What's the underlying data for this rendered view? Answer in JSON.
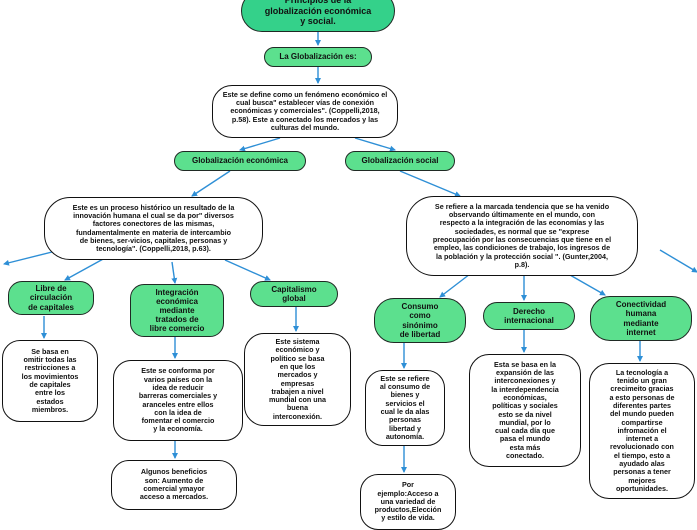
{
  "title": "Principios de la\nglobalización económica\ny social.",
  "subtitle": "La Globalización es:",
  "definition": "Este se define como un fenómeno económico el\ncual busca\" establecer vías de conexión\neconómicas y comerciales\". (Coppelli,2018,\np.58). Este a conectado los mercados y las\nculturas del mundo.",
  "economic": {
    "label": "Globalización económica",
    "description": "Este es un proceso histórico un resultado de la\ninnovación humana el cual se da por\" diversos\nfactores conectores de las mismas,\nfundamentalmente en materia de intercambio\nde bienes, ser-vicios, capitales, personas y\ntecnología\". (Coppelli,2018, p.63).",
    "children": [
      {
        "label": "Libre de\ncirculación\nde capitales",
        "detail": "Se basa en\nomitir todas las\nrestricciones a\nlos movimientos\nde capitales\nentre los\nestados\nmiembros."
      },
      {
        "label": "Integración\neconómica\nmediante\ntratados de\nlibre comercio",
        "detail": "Este se conforma por\nvarios países con la\nidea de reducir\nbarreras comerciales y\naranceles entre ellos\ncon la idea de\nfomentar el comercio\ny la economía.",
        "benefits": "Algunos beneficios\nson: Aumento de\ncomercial ymayor\nacceso a mercados."
      },
      {
        "label": "Capitalismo\nglobal",
        "detail": "Este sistema\neconómico y\npolítico se basa\nen que los\nmercados y\nempresas\ntrabajen a nivel\nmundial con una\nbuena\ninterconexión."
      }
    ]
  },
  "social": {
    "label": "Globalización social",
    "description": "Se refiere a la marcada tendencia que se ha venido\nobservando últimamente en el mundo, con\nrespecto a la integración de las economías y las\nsociedades, es normal que se \"exprese\npreocupación por las consecuencias que tiene en el\nempleo, las condiciones de trabajo, los ingresos de\nla población y la protección social \". (Gunter,2004,\np.8).",
    "children": [
      {
        "label": "Consumo\ncomo\nsinónimo\nde libertad",
        "detail": "Este se refiere\nal consumo de\nbienes y\nservicios el\ncual le da alas\npersonas\nlibertad y\nautonomía.",
        "example": "Por\nejemplo:Acceso a\nuna variedad de\nproductos,Elección\ny estilo de vida."
      },
      {
        "label": "Derecho\ninternacional",
        "detail": "Esta se basa en la\nexpansión de las\ninterconexiones y\nla interdependencia\neconómicas,\npolíticas y sociales\nesto se da nivel\nmundial, por lo\ncual cada día que\npasa el mundo\nesta más\nconectado."
      },
      {
        "label": "Conectividad\nhumana\nmediante\ninternet",
        "detail": "La tecnología a\ntenido un gran\ncrecimeito gracias\na esto personas de\ndiferentes partes\ndel mundo pueden\ncompartirse\ninfromación el\ninternet a\nrevolucionado con\nel tiempo, esto a\nayudado  alas\npersonas a tener\nmejores\noportunidades."
      }
    ]
  },
  "colors": {
    "node_green": "#5ce08e",
    "title_green": "#34d18a",
    "connector_blue": "#2e8fd6"
  }
}
